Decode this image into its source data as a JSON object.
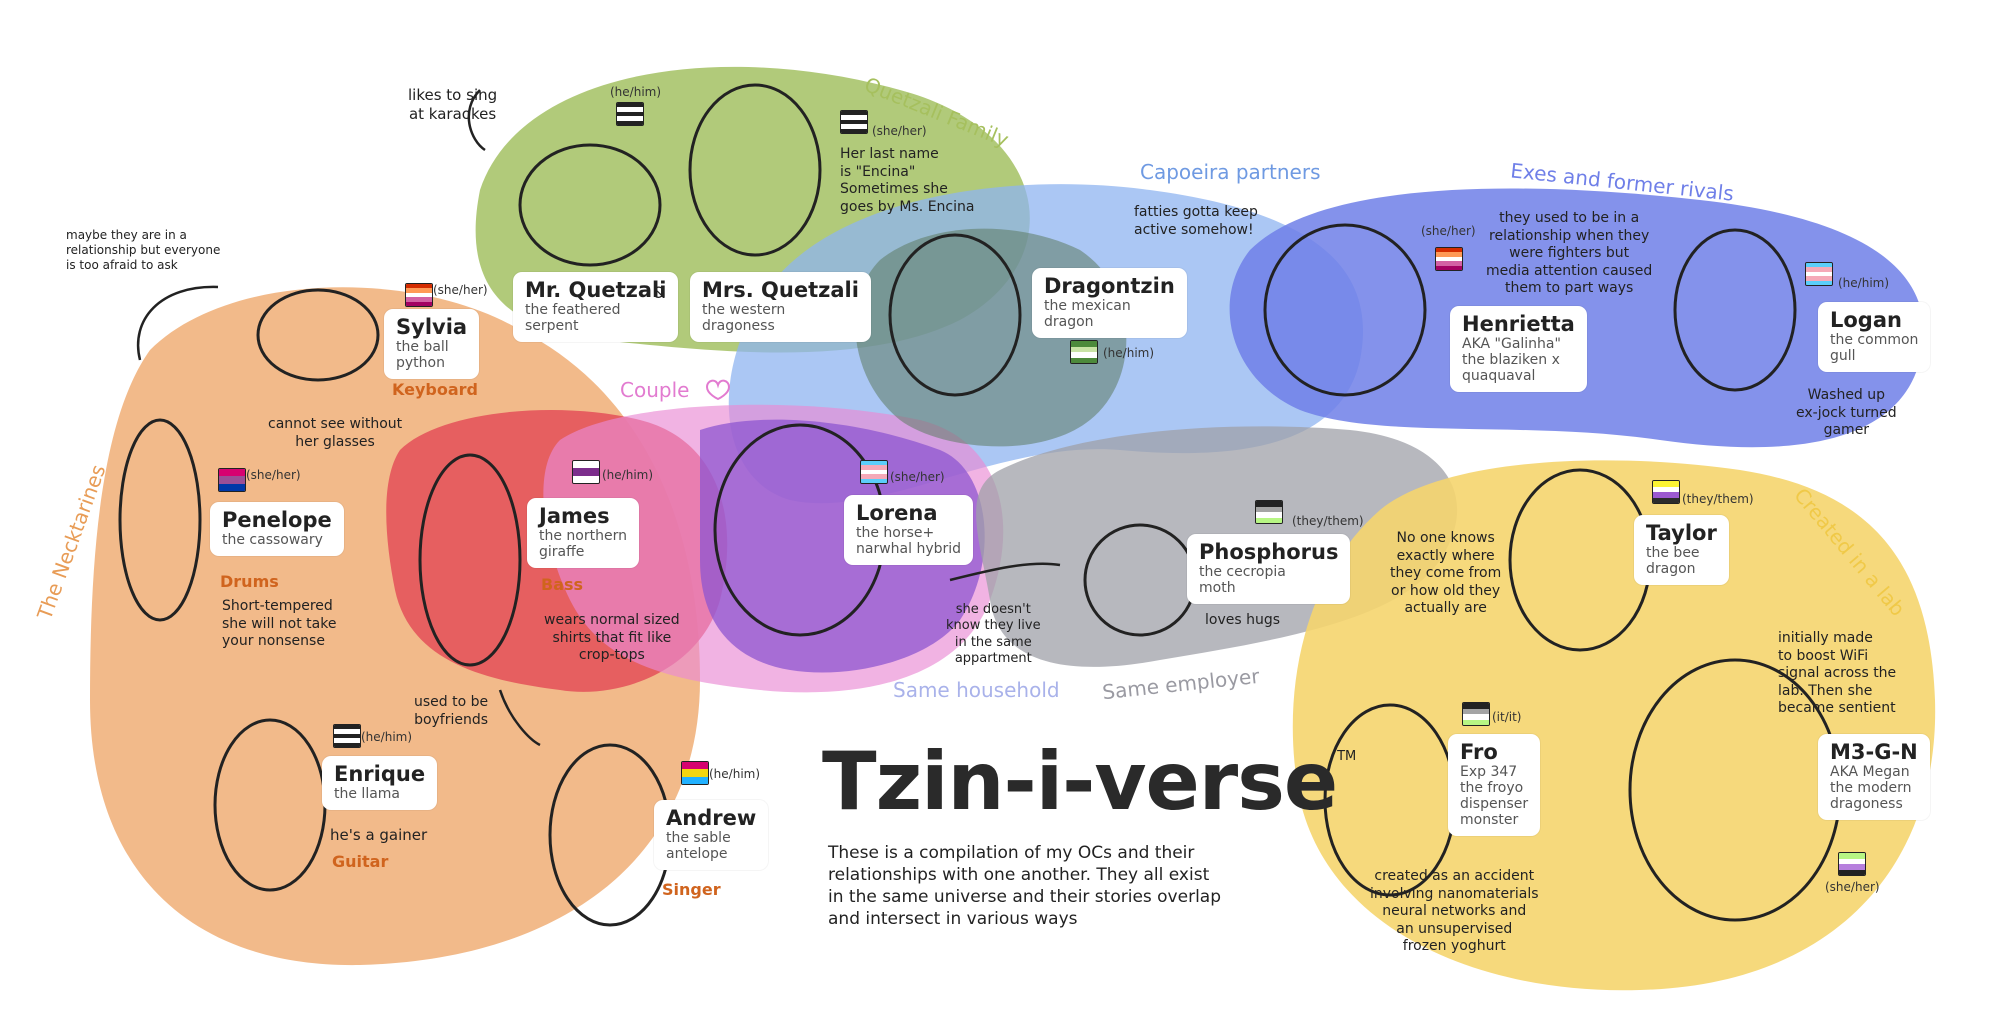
{
  "title": "Tzin-i-verse",
  "trademark": "TM",
  "description": "These is a compilation of my OCs and their\nrelationships with one another. They all exist\nin the same universe and their stories overlap\nand intersect in various ways",
  "groups": {
    "quetzali": "Quetzali Family",
    "capoeira": "Capoeira partners",
    "exes": "Exes and former rivals",
    "couple": "Couple",
    "necktarines": "The Necktarines",
    "household": "Same household",
    "employer": "Same employer",
    "lab": "Created in a lab"
  },
  "colors": {
    "green": "#a9c46c",
    "blue": "#8fb4f0",
    "indigo": "#6f7fe8",
    "orange": "#f1b27d",
    "red": "#e4525a",
    "pink": "#e98bd4",
    "purple": "#8e56d0",
    "gray": "#9fa0a8",
    "yellow": "#f5d56e",
    "role": "#d0641e"
  },
  "characters": {
    "mr_quetzali": {
      "name": "Mr. Quetzali",
      "sub": "the feathered\nserpent",
      "pronouns": "(he/him)"
    },
    "amp": "&",
    "mrs_quetzali": {
      "name": "Mrs. Quetzali",
      "sub": "the western\ndragoness",
      "pronouns": "(she/her)"
    },
    "dragontzin": {
      "name": "Dragontzin",
      "sub": "the mexican\ndragon",
      "pronouns": "(he/him)"
    },
    "henrietta": {
      "name": "Henrietta",
      "sub": "AKA \"Galinha\"\nthe blaziken x\nquaquaval",
      "pronouns": "(she/her)"
    },
    "logan": {
      "name": "Logan",
      "sub": "the common\ngull",
      "pronouns": "(he/him)"
    },
    "sylvia": {
      "name": "Sylvia",
      "sub": "the ball\npython",
      "pronouns": "(she/her)",
      "role": "Keyboard"
    },
    "penelope": {
      "name": "Penelope",
      "sub": "the cassowary",
      "pronouns": "(she/her)",
      "role": "Drums"
    },
    "james": {
      "name": "James",
      "sub": "the northern\ngiraffe",
      "pronouns": "(he/him)",
      "role": "Bass"
    },
    "lorena": {
      "name": "Lorena",
      "sub": "the horse+\nnarwhal hybrid",
      "pronouns": "(she/her)"
    },
    "phosphorus": {
      "name": "Phosphorus",
      "sub": "the cecropia\nmoth",
      "pronouns": "(they/them)"
    },
    "taylor": {
      "name": "Taylor",
      "sub": "the bee\ndragon",
      "pronouns": "(they/them)"
    },
    "enrique": {
      "name": "Enrique",
      "sub": "the llama",
      "pronouns": "(he/him)",
      "role": "Guitar"
    },
    "andrew": {
      "name": "Andrew",
      "sub": "the sable\nantelope",
      "pronouns": "(he/him)",
      "role": "Singer"
    },
    "fro": {
      "name": "Fro",
      "sub": "Exp 347\nthe froyo\ndispenser\nmonster",
      "pronouns": "(it/it)"
    },
    "m3gn": {
      "name": "M3-G-N",
      "sub": "AKA Megan\nthe modern\ndragoness",
      "pronouns": "(she/her)"
    }
  },
  "notes": {
    "karaoke": "likes to sing\nat karaokes",
    "mrs_q": "Her last name\nis \"Encina\"\nSometimes she\ngoes by Ms. Encina",
    "fatties": "fatties gotta keep\nactive somehow!",
    "exes": "they used to be in a\nrelationship when they\nwere fighters but\nmedia attention caused\nthem to part ways",
    "logan": "Washed up\nex-jock turned\ngamer",
    "maybe": "maybe they are in a\nrelationship but everyone\nis too afraid to ask",
    "glasses": "cannot see without\nher glasses",
    "penelope": "Short-tempered\nshe will not take\nyour nonsense",
    "james": "wears normal sized\nshirts that fit like\ncrop-tops",
    "lorena": "she doesn't\nknow they live\nin the same\nappartment",
    "hugs": "loves hugs",
    "taylor": "No one knows\nexactly where\nthey come from\nor how old they\nactually are",
    "boyfriends": "used to be\nboyfriends",
    "enrique": "he's a gainer",
    "megan": "initially made\nto boost WiFi\nsignal across the\nlab. Then she\nbecame sentient",
    "fro": "created as an accident\ninvolving nanomaterials\nneural networks and\nan unsupervised\nfrozen yoghurt"
  },
  "icons": [
    "character-head-icon",
    "pride-flag-icon",
    "heart-icon",
    "arrow-icon"
  ]
}
